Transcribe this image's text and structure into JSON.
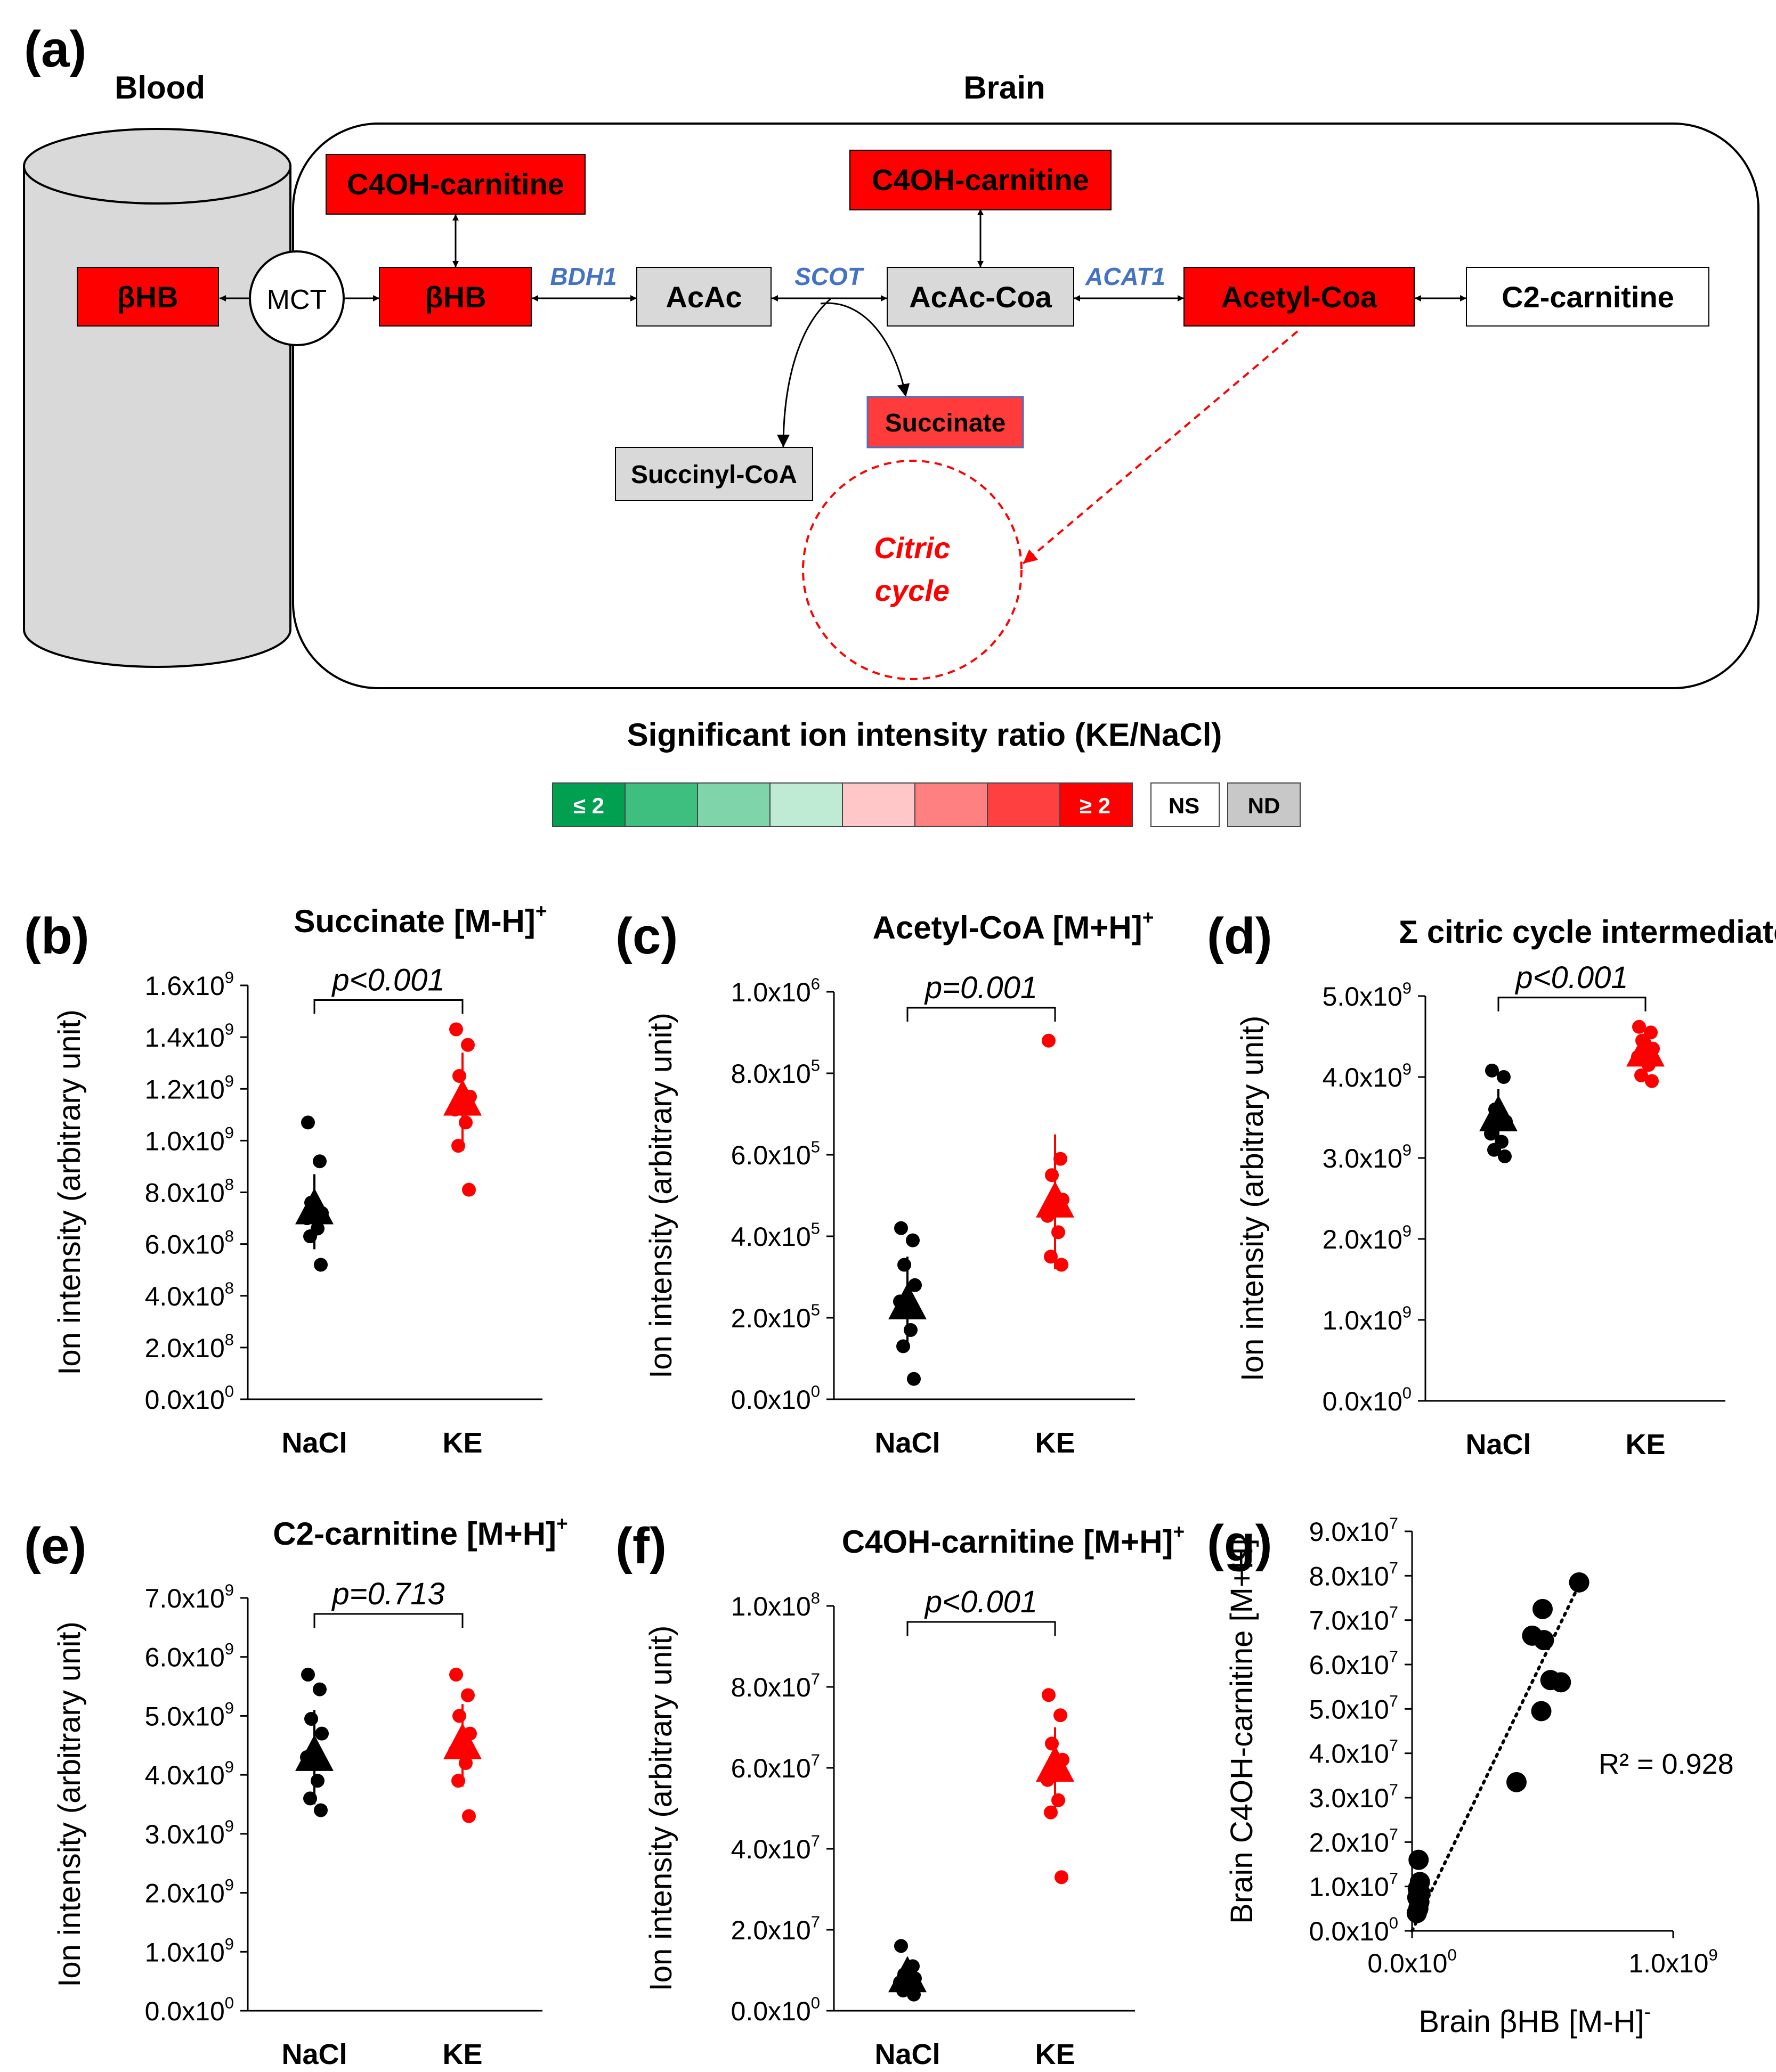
{
  "colors": {
    "red": "#ff0000",
    "gray_node": "#d9d9d9",
    "blue_enzyme": "#4472c4",
    "black": "#000000",
    "legend_scale": [
      "#00a050",
      "#3fbf7f",
      "#80d4aa",
      "#bfead4",
      "#ffc7c7",
      "#ff8080",
      "#ff4040",
      "#ff0000",
      "#ffffff",
      "#c8c8c8"
    ]
  },
  "pathway": {
    "panel_label": "(a)",
    "blood_label": "Blood",
    "brain_label": "Brain",
    "nodes": {
      "bhb_blood": "βHB",
      "mct": "MCT",
      "bhb_brain": "βHB",
      "c4oh_left": "C4OH-carnitine",
      "acac": "AcAc",
      "acac_coa": "AcAc-Coa",
      "c4oh_right": "C4OH-carnitine",
      "acetyl_coa": "Acetyl-Coa",
      "c2_carnitine": "C2-carnitine",
      "succinate": "Succinate",
      "succinyl_coa": "Succinyl-CoA",
      "citric_line1": "Citric",
      "citric_line2": "cycle"
    },
    "enzymes": {
      "bdh1": "BDH1",
      "scot": "SCOT",
      "acat1": "ACAT1"
    }
  },
  "legend": {
    "title": "Significant ion intensity ratio (KE/NaCl)",
    "low": "≤ 2",
    "high": "≥ 2",
    "ns": "NS",
    "nd": "ND"
  },
  "chart_data": [
    {
      "id": "b",
      "label": "(b)",
      "type": "scatter",
      "title": "Succinate [M-H]",
      "title_sup": "+",
      "ylabel": "Ion intensity (arbitrary unit)",
      "categories": [
        "NaCl",
        "KE"
      ],
      "ylim": [
        0,
        1600000000.0
      ],
      "yticks": [
        [
          "0.0x10",
          "0"
        ],
        [
          "2.0x10",
          "8"
        ],
        [
          "4.0x10",
          "8"
        ],
        [
          "6.0x10",
          "8"
        ],
        [
          "8.0x10",
          "8"
        ],
        [
          "1.0x10",
          "9"
        ],
        [
          "1.2x10",
          "9"
        ],
        [
          "1.4x10",
          "9"
        ],
        [
          "1.6x10",
          "9"
        ]
      ],
      "pvalue": "p<0.001",
      "series": [
        {
          "name": "NaCl",
          "mean": 730000000.0,
          "err": [
            580000000.0,
            870000000.0
          ],
          "points": [
            1070000000.0,
            920000000.0,
            760000000.0,
            720000000.0,
            700000000.0,
            660000000.0,
            630000000.0,
            520000000.0
          ]
        },
        {
          "name": "KE",
          "mean": 1150000000.0,
          "err": [
            960000000.0,
            1340000000.0
          ],
          "points": [
            1430000000.0,
            1370000000.0,
            1250000000.0,
            1170000000.0,
            1120000000.0,
            1070000000.0,
            980000000.0,
            810000000.0
          ]
        }
      ]
    },
    {
      "id": "c",
      "label": "(c)",
      "type": "scatter",
      "title": "Acetyl-CoA [M+H]",
      "title_sup": "+",
      "ylabel": "Ion intensity (arbitrary unit)",
      "categories": [
        "NaCl",
        "KE"
      ],
      "ylim": [
        0,
        1000000.0
      ],
      "yticks": [
        [
          "0.0x10",
          "0"
        ],
        [
          "2.0x10",
          "5"
        ],
        [
          "4.0x10",
          "5"
        ],
        [
          "6.0x10",
          "5"
        ],
        [
          "8.0x10",
          "5"
        ],
        [
          "1.0x10",
          "6"
        ]
      ],
      "pvalue": "p=0.001",
      "series": [
        {
          "name": "NaCl",
          "mean": 230000.0,
          "err": [
            120000.0,
            350000.0
          ],
          "points": [
            420000.0,
            390000.0,
            330000.0,
            280000.0,
            240000.0,
            170000.0,
            130000.0,
            50000.0
          ]
        },
        {
          "name": "KE",
          "mean": 480000.0,
          "err": [
            320000.0,
            650000.0
          ],
          "points": [
            880000.0,
            590000.0,
            550000.0,
            490000.0,
            450000.0,
            410000.0,
            350000.0,
            330000.0
          ]
        }
      ]
    },
    {
      "id": "d",
      "label": "(d)",
      "type": "scatter",
      "title": "Σ citric cycle intermediates",
      "title_sup": "",
      "ylabel": "Ion intensity (arbitrary unit)",
      "categories": [
        "NaCl",
        "KE"
      ],
      "ylim": [
        0,
        5000000000.0
      ],
      "yticks": [
        [
          "0.0x10",
          "0"
        ],
        [
          "1.0x10",
          "9"
        ],
        [
          "2.0x10",
          "9"
        ],
        [
          "3.0x10",
          "9"
        ],
        [
          "4.0x10",
          "9"
        ],
        [
          "5.0x10",
          "9"
        ]
      ],
      "pvalue": "p<0.001",
      "series": [
        {
          "name": "NaCl",
          "mean": 3500000000.0,
          "err": [
            3150000000.0,
            3850000000.0
          ],
          "points": [
            4080000000.0,
            4000000000.0,
            3600000000.0,
            3450000000.0,
            3300000000.0,
            3200000000.0,
            3100000000.0,
            3020000000.0
          ]
        },
        {
          "name": "KE",
          "mean": 4300000000.0,
          "err": [
            4050000000.0,
            4550000000.0
          ],
          "points": [
            4620000000.0,
            4550000000.0,
            4450000000.0,
            4350000000.0,
            4250000000.0,
            4150000000.0,
            4020000000.0,
            3950000000.0
          ]
        }
      ]
    },
    {
      "id": "e",
      "label": "(e)",
      "type": "scatter",
      "title": "C2-carnitine [M+H]",
      "title_sup": "+",
      "ylabel": "Ion intensity (arbitrary unit)",
      "categories": [
        "NaCl",
        "KE"
      ],
      "ylim": [
        0,
        7000000000.0
      ],
      "yticks": [
        [
          "0.0x10",
          "0"
        ],
        [
          "1.0x10",
          "9"
        ],
        [
          "2.0x10",
          "9"
        ],
        [
          "3.0x10",
          "9"
        ],
        [
          "4.0x10",
          "9"
        ],
        [
          "5.0x10",
          "9"
        ],
        [
          "6.0x10",
          "9"
        ],
        [
          "7.0x10",
          "9"
        ]
      ],
      "pvalue": "p=0.713",
      "series": [
        {
          "name": "NaCl",
          "mean": 4300000000.0,
          "err": [
            3500000000.0,
            5100000000.0
          ],
          "points": [
            5700000000.0,
            5450000000.0,
            4950000000.0,
            4700000000.0,
            4300000000.0,
            3900000000.0,
            3600000000.0,
            3400000000.0
          ]
        },
        {
          "name": "KE",
          "mean": 4500000000.0,
          "err": [
            3800000000.0,
            5200000000.0
          ],
          "points": [
            5700000000.0,
            5350000000.0,
            5000000000.0,
            4700000000.0,
            4400000000.0,
            4200000000.0,
            3900000000.0,
            3300000000.0
          ]
        }
      ]
    },
    {
      "id": "f",
      "label": "(f)",
      "type": "scatter",
      "title": "C4OH-carnitine [M+H]",
      "title_sup": "+",
      "ylabel": "Ion intensity (arbitrary unit)",
      "categories": [
        "NaCl",
        "KE"
      ],
      "ylim": [
        0,
        100000000.0
      ],
      "yticks": [
        [
          "0.0x10",
          "0"
        ],
        [
          "2.0x10",
          "7"
        ],
        [
          "4.0x10",
          "7"
        ],
        [
          "6.0x10",
          "7"
        ],
        [
          "8.0x10",
          "7"
        ],
        [
          "1.0x10",
          "8"
        ]
      ],
      "pvalue": "p<0.001",
      "series": [
        {
          "name": "NaCl",
          "mean": 8000000.0,
          "err": [
            4000000.0,
            12000000.0
          ],
          "points": [
            16000000.0,
            11000000.0,
            9000000.0,
            8000000.0,
            7000000.0,
            6000000.0,
            5000000.0,
            4000000.0
          ]
        },
        {
          "name": "KE",
          "mean": 60000000.0,
          "err": [
            50000000.0,
            70000000.0
          ],
          "points": [
            78000000.0,
            73000000.0,
            66000000.0,
            62000000.0,
            57000000.0,
            52000000.0,
            49000000.0,
            33000000.0
          ]
        }
      ]
    },
    {
      "id": "g",
      "label": "(g)",
      "type": "scatter",
      "title": "",
      "title_sup": "",
      "xlabel": "Brain βHB [M-H]",
      "xlabel_sup": "-",
      "ylabel": "Brain C4OH-carnitine [M+H]",
      "xlim": [
        0,
        1000000000.0
      ],
      "ylim": [
        0,
        90000000.0
      ],
      "xticks": [
        [
          "0.0x10",
          "0"
        ],
        [
          "1.0x10",
          "9"
        ]
      ],
      "yticks": [
        [
          "0.0x10",
          "0"
        ],
        [
          "1.0x10",
          "7"
        ],
        [
          "2.0x10",
          "7"
        ],
        [
          "3.0x10",
          "7"
        ],
        [
          "4.0x10",
          "7"
        ],
        [
          "5.0x10",
          "7"
        ],
        [
          "6.0x10",
          "7"
        ],
        [
          "7.0x10",
          "7"
        ],
        [
          "8.0x10",
          "7"
        ],
        [
          "9.0x10",
          "7"
        ]
      ],
      "r2": "R² = 0.928",
      "trendline": [
        [
          0,
          0
        ],
        [
          640000000.0,
          78000000.0
        ]
      ],
      "points": [
        [
          640000000.0,
          78500000.0
        ],
        [
          500000000.0,
          72500000.0
        ],
        [
          460000000.0,
          66500000.0
        ],
        [
          505000000.0,
          65500000.0
        ],
        [
          530000000.0,
          56500000.0
        ],
        [
          570000000.0,
          56000000.0
        ],
        [
          495000000.0,
          49500000.0
        ],
        [
          400000000.0,
          33500000.0
        ],
        [
          25000000.0,
          16000000.0
        ],
        [
          30000000.0,
          11000000.0
        ],
        [
          22000000.0,
          9500000.0
        ],
        [
          32000000.0,
          8500000.0
        ],
        [
          20000000.0,
          7500000.0
        ],
        [
          28000000.0,
          6500000.0
        ],
        [
          24000000.0,
          5000000.0
        ],
        [
          18000000.0,
          4000000.0
        ]
      ]
    }
  ]
}
